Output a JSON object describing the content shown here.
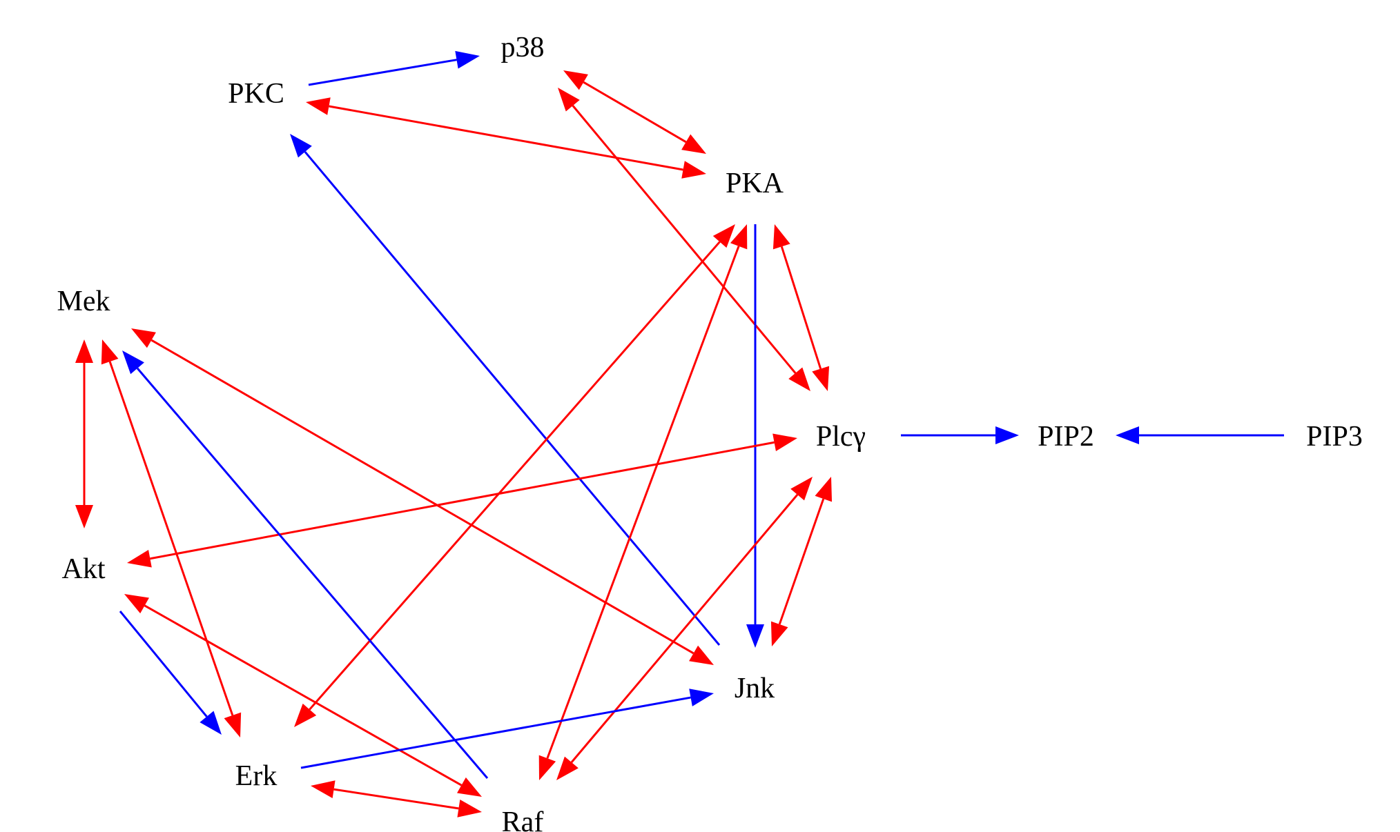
{
  "diagram": {
    "type": "directed-network",
    "colors": {
      "activation": "#0000ff",
      "bidirectional": "#ff0000",
      "label": "#000000"
    },
    "nodes": [
      {
        "id": "p38",
        "label": "p38"
      },
      {
        "id": "PKC",
        "label": "PKC"
      },
      {
        "id": "PKA",
        "label": "PKA"
      },
      {
        "id": "Mek",
        "label": "Mek"
      },
      {
        "id": "Plcg",
        "label": "Plcγ"
      },
      {
        "id": "PIP2",
        "label": "PIP2"
      },
      {
        "id": "PIP3",
        "label": "PIP3"
      },
      {
        "id": "Akt",
        "label": "Akt"
      },
      {
        "id": "Jnk",
        "label": "Jnk"
      },
      {
        "id": "Erk",
        "label": "Erk"
      },
      {
        "id": "Raf",
        "label": "Raf"
      }
    ],
    "edges": [
      {
        "from": "PKC",
        "to": "p38",
        "color": "blue",
        "direction": "forward"
      },
      {
        "from": "p38",
        "to": "PKA",
        "color": "red",
        "direction": "both"
      },
      {
        "from": "PKC",
        "to": "PKA",
        "color": "red",
        "direction": "both"
      },
      {
        "from": "Jnk",
        "to": "PKC",
        "color": "blue",
        "direction": "forward"
      },
      {
        "from": "p38",
        "to": "Plcg",
        "color": "red",
        "direction": "both"
      },
      {
        "from": "PKA",
        "to": "Jnk",
        "color": "blue",
        "direction": "forward"
      },
      {
        "from": "PKA",
        "to": "Plcg",
        "color": "red",
        "direction": "both"
      },
      {
        "from": "PKA",
        "to": "Erk",
        "color": "red",
        "direction": "both"
      },
      {
        "from": "PKA",
        "to": "Raf",
        "color": "red",
        "direction": "both"
      },
      {
        "from": "Plcg",
        "to": "Akt",
        "color": "red",
        "direction": "both"
      },
      {
        "from": "Plcg",
        "to": "Jnk",
        "color": "red",
        "direction": "both"
      },
      {
        "from": "Plcg",
        "to": "Raf",
        "color": "red",
        "direction": "both"
      },
      {
        "from": "Plcg",
        "to": "PIP2",
        "color": "blue",
        "direction": "forward"
      },
      {
        "from": "PIP3",
        "to": "PIP2",
        "color": "blue",
        "direction": "forward"
      },
      {
        "from": "Mek",
        "to": "Akt",
        "color": "red",
        "direction": "both"
      },
      {
        "from": "Mek",
        "to": "Erk",
        "color": "red",
        "direction": "both"
      },
      {
        "from": "Raf",
        "to": "Mek",
        "color": "blue",
        "direction": "forward"
      },
      {
        "from": "Mek",
        "to": "Jnk",
        "color": "red",
        "direction": "both"
      },
      {
        "from": "Akt",
        "to": "Erk",
        "color": "blue",
        "direction": "forward"
      },
      {
        "from": "Akt",
        "to": "Raf",
        "color": "red",
        "direction": "both"
      },
      {
        "from": "Erk",
        "to": "Jnk",
        "color": "blue",
        "direction": "forward"
      },
      {
        "from": "Erk",
        "to": "Raf",
        "color": "red",
        "direction": "both"
      }
    ]
  }
}
